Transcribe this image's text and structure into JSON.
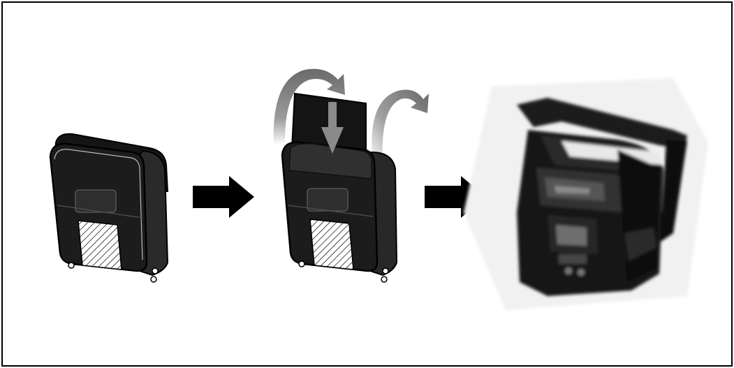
{
  "diagram": {
    "steps": [
      {
        "id": "case-closed",
        "icon": "printer-case-icon"
      },
      {
        "id": "case-open-insert",
        "icon": "printer-case-open-icon"
      },
      {
        "id": "printer-in-case",
        "icon": "printer-photo"
      }
    ],
    "connectors": [
      "right-arrow-icon",
      "right-arrow-icon"
    ],
    "colors": {
      "ink": "#000000",
      "case_body": "#1e1e1e",
      "case_panel": "#2c2c2c",
      "rotation_arrow": "#9a9a9a",
      "insert_arrow": "#8a8a8a",
      "background": "#ffffff"
    }
  }
}
